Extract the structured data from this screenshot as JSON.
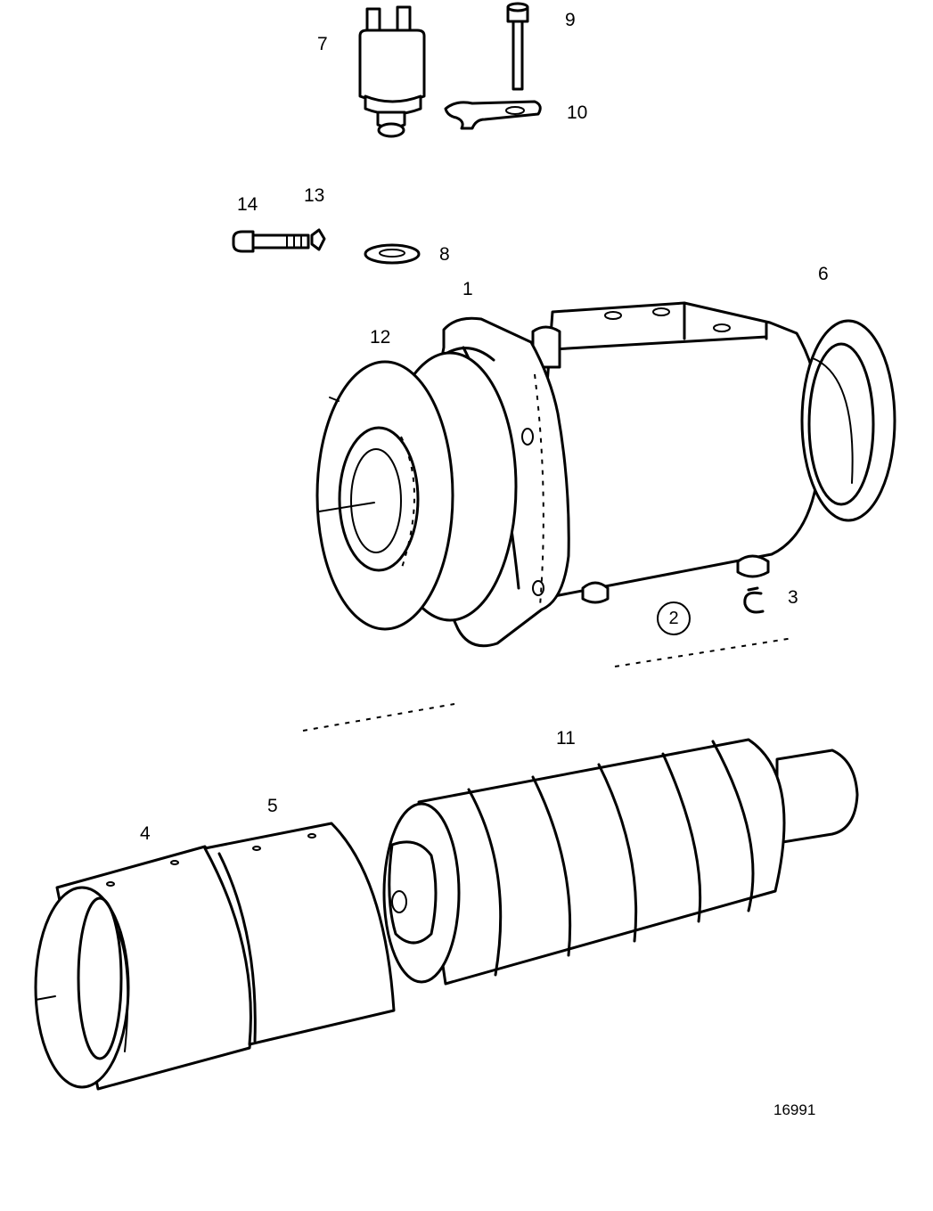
{
  "callouts": {
    "c1": "1",
    "c2": "2",
    "c3": "3",
    "c4": "4",
    "c5": "5",
    "c6": "6",
    "c7": "7",
    "c8": "8",
    "c9": "9",
    "c10": "10",
    "c11": "11",
    "c12": "12",
    "c13": "13",
    "c14": "14"
  },
  "drawing_number": "16991"
}
